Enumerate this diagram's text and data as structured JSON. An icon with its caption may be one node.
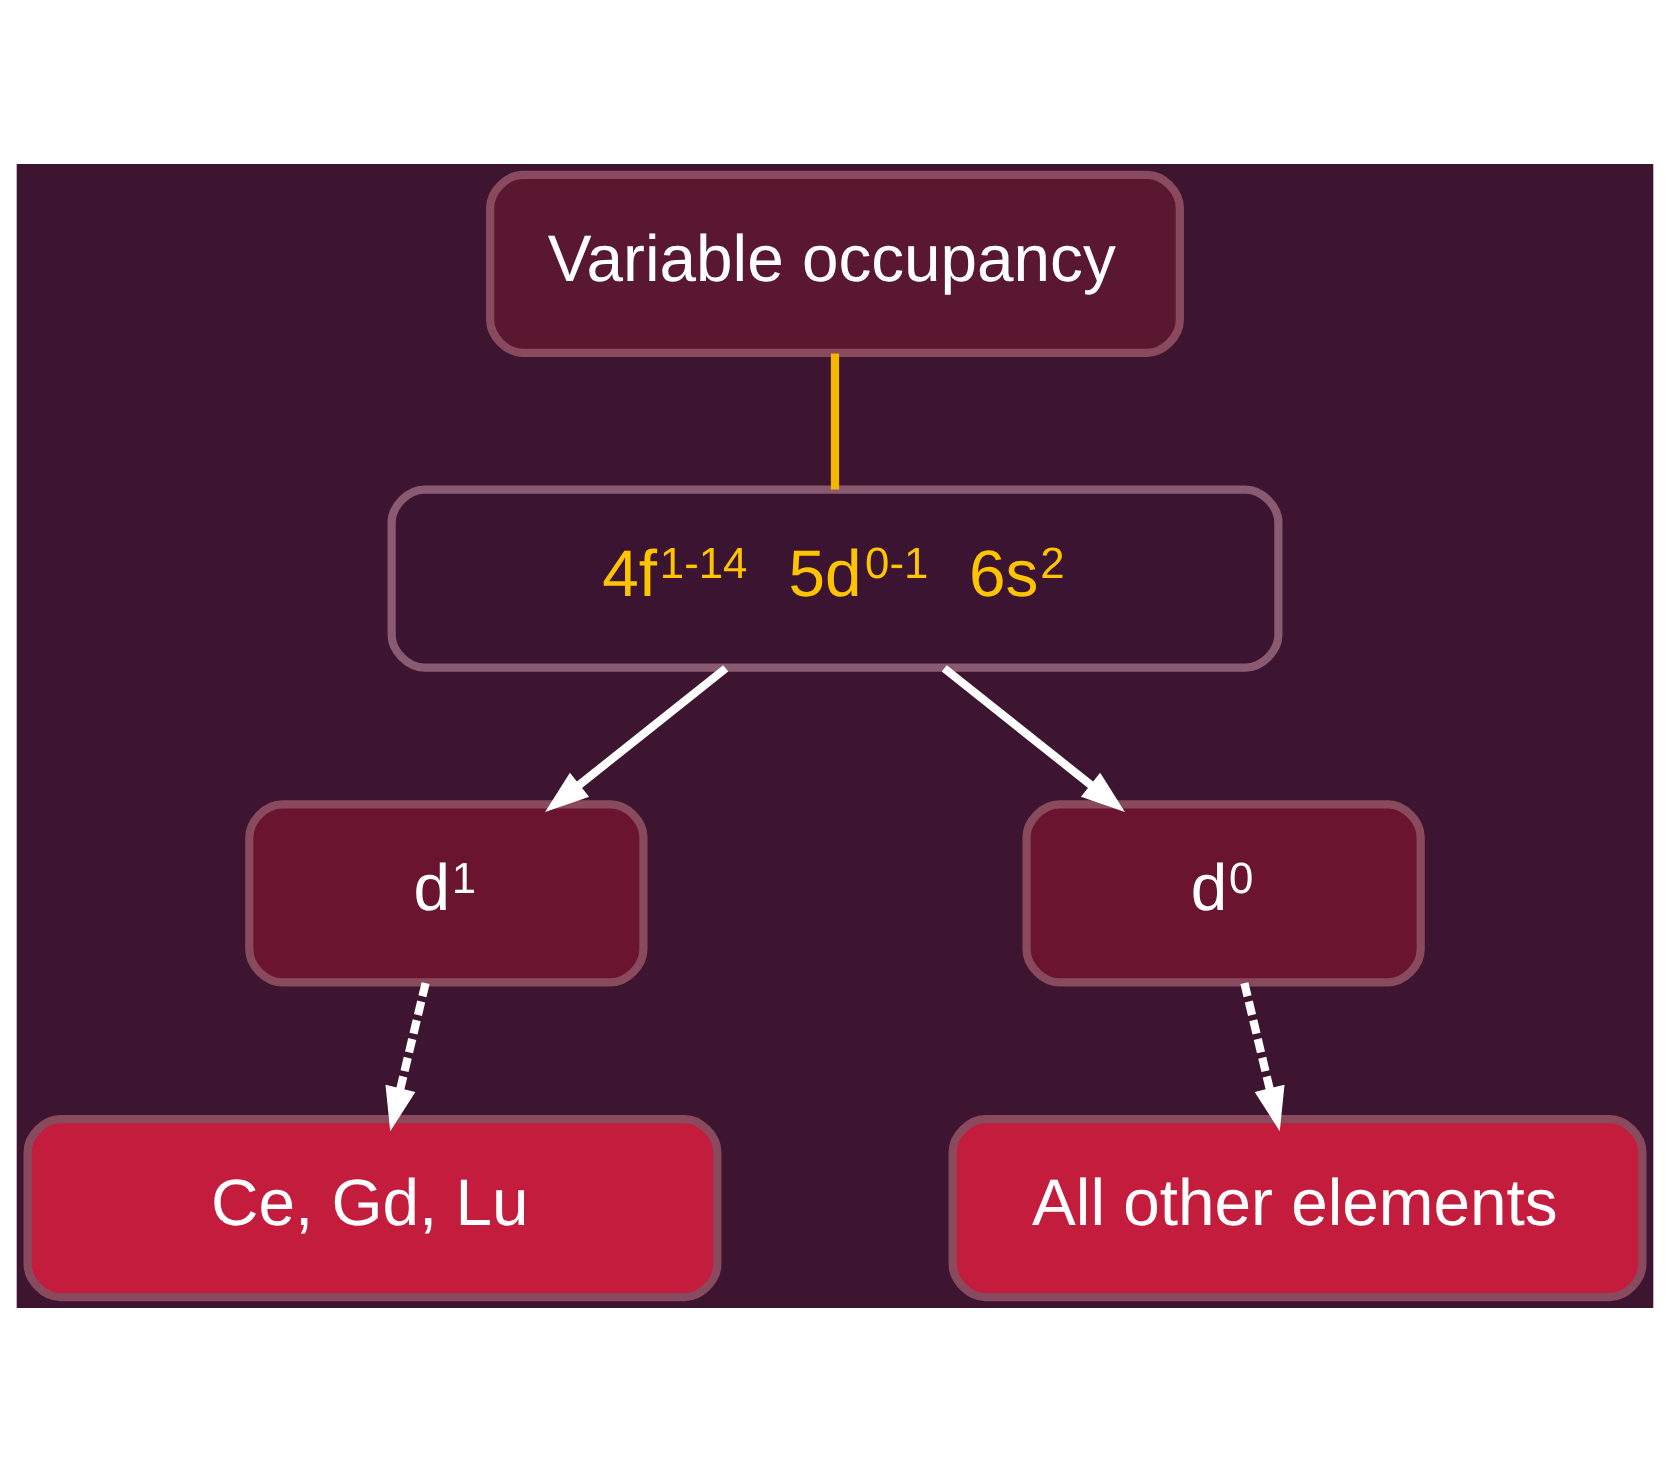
{
  "diagram": {
    "nodes": [
      {
        "text": [
          "Variable occupancy"
        ]
      },
      {
        "text": [
          "4f$^{1-14}$ 5d$^{0-1}$ 6s$^{2}$"
        ]
      },
      {
        "text": [
          "d$^{1}$"
        ]
      },
      {
        "text": [
          "d$^{0}$"
        ]
      },
      {
        "text": [
          "Ce, Gd, Lu"
        ]
      },
      {
        "text": [
          "All other elements"
        ]
      }
    ],
    "edges": [
      {
        "from": 0,
        "to": 1,
        "arrow": "none",
        "color": "#f5b800"
      },
      {
        "from": 1,
        "to": 2,
        "arrow": "to"
      },
      {
        "from": 1,
        "to": 3,
        "arrow": "to"
      },
      {
        "from": 2,
        "to": 4,
        "arrow": "to",
        "style": "dashed"
      },
      {
        "from": 3,
        "to": 5,
        "arrow": "to",
        "style": "dashed"
      }
    ]
  }
}
